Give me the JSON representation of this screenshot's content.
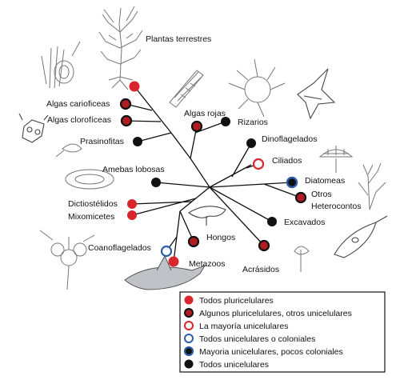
{
  "colors": {
    "red": "#d8262c",
    "dark_red_fill": "#b01c22",
    "blue": "#2e5da8",
    "black": "#111111"
  },
  "taxa": {
    "plantas": "Plantas terrestres",
    "carioficeas": "Algas carioficeas",
    "clorofileas": "Algas clorofíceas",
    "prasinofitas": "Prasinofitas",
    "rojas": "Algas rojas",
    "rizarios": "Rizarios",
    "dinoflagelados": "Dinoflagelados",
    "ciliados": "Ciliados",
    "diatomeas": "Diatomeas",
    "otros": "Otros",
    "heterocontos": "Heterocontos",
    "excavados": "Excavados",
    "acrasidos": "Acrásidos",
    "metazoos": "Metazoos",
    "hongos": "Hongos",
    "coanoflagelados": "Coanoflagelados",
    "mixomicetes": "Mixomicetes",
    "dictiostelidos": "Dictiostélidos",
    "amebas": "Amebas lobosas"
  },
  "legend": [
    {
      "type": "all-multicellular",
      "label": "Todos pluricelulares"
    },
    {
      "type": "some-multicellular",
      "label": "Algunos pluricelulares, otros unicelulares"
    },
    {
      "type": "mostly-unicellular",
      "label": "La mayoría unicelulares"
    },
    {
      "type": "unicellular-or-colonial",
      "label": "Todos unicelulares o coloniales"
    },
    {
      "type": "mostly-unicellular-few-colonial",
      "label": "Mayoria unicelulares, pocos coloniales"
    },
    {
      "type": "all-unicellular",
      "label": "Todos unicelulares"
    }
  ]
}
